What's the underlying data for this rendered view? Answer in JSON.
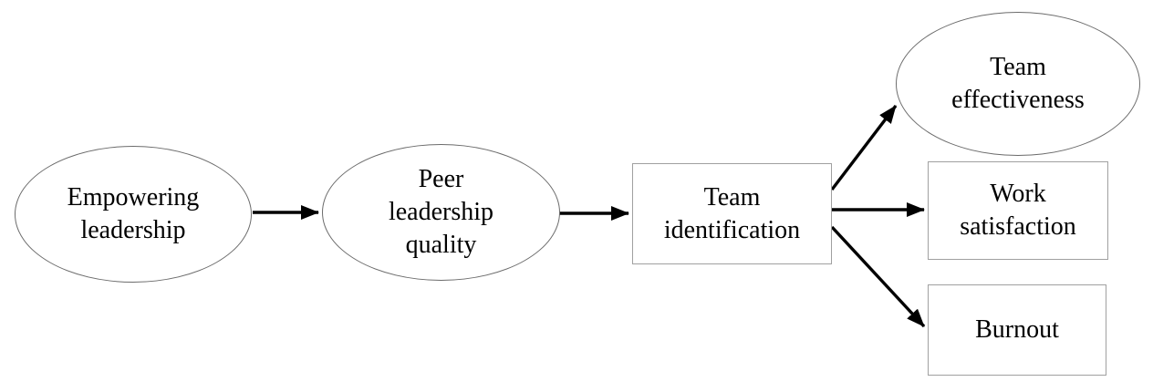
{
  "diagram": {
    "type": "path-model-flow-diagram",
    "colors": {
      "background": "#ffffff",
      "text": "#000000",
      "arrow": "#000000",
      "ellipse_border": "#6b6b6b",
      "rect_border": "#a0a0a0"
    },
    "nodes": {
      "empowering_leadership": {
        "label": "Empowering\nleadership",
        "shape": "ellipse"
      },
      "peer_leadership_quality": {
        "label": "Peer\nleadership\nquality",
        "shape": "ellipse"
      },
      "team_identification": {
        "label": "Team\nidentification",
        "shape": "rectangle"
      },
      "team_effectiveness": {
        "label": "Team\neffectiveness",
        "shape": "ellipse"
      },
      "work_satisfaction": {
        "label": "Work\nsatisfaction",
        "shape": "rectangle"
      },
      "burnout": {
        "label": "Burnout",
        "shape": "rectangle"
      }
    },
    "edges": [
      {
        "from": "empowering_leadership",
        "to": "peer_leadership_quality"
      },
      {
        "from": "peer_leadership_quality",
        "to": "team_identification"
      },
      {
        "from": "team_identification",
        "to": "team_effectiveness"
      },
      {
        "from": "team_identification",
        "to": "work_satisfaction"
      },
      {
        "from": "team_identification",
        "to": "burnout"
      }
    ]
  }
}
